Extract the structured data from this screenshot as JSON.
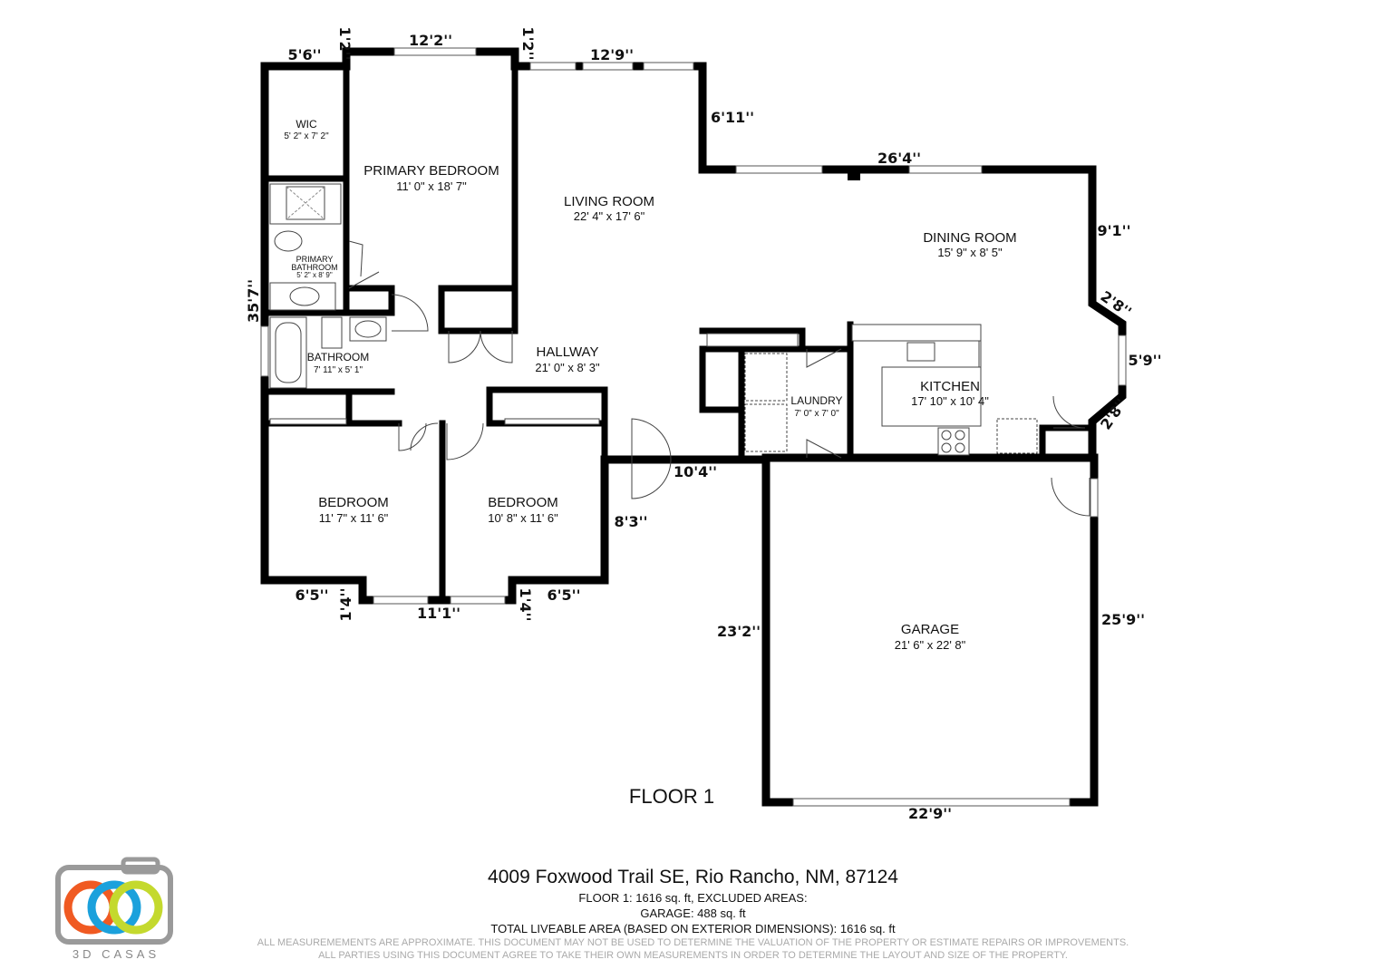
{
  "floor_label": "FLOOR 1",
  "rooms": {
    "wic": {
      "name": "WIC",
      "dims": "5' 2\" x 7' 2\""
    },
    "primary_bedroom": {
      "name": "PRIMARY BEDROOM",
      "dims": "11' 0\" x 18' 7\""
    },
    "primary_bathroom": {
      "name1": "PRIMARY",
      "name2": "BATHROOM",
      "dims": "5' 2\" x 8' 9\""
    },
    "bathroom": {
      "name": "BATHROOM",
      "dims": "7' 11\" x 5' 1\""
    },
    "living_room": {
      "name": "LIVING ROOM",
      "dims": "22' 4\" x 17' 6\""
    },
    "dining_room": {
      "name": "DINING ROOM",
      "dims": "15' 9\" x 8' 5\""
    },
    "hallway": {
      "name": "HALLWAY",
      "dims": "21' 0\" x 8' 3\""
    },
    "laundry": {
      "name": "LAUNDRY",
      "dims": "7' 0\" x 7' 0\""
    },
    "kitchen": {
      "name": "KITCHEN",
      "dims": "17' 10\" x 10' 4\""
    },
    "bedroom_1": {
      "name": "BEDROOM",
      "dims": "11' 7\" x 11' 6\""
    },
    "bedroom_2": {
      "name": "BEDROOM",
      "dims": "10' 8\" x 11' 6\""
    },
    "garage": {
      "name": "GARAGE",
      "dims": "21' 6\" x 22' 8\""
    }
  },
  "measurements": {
    "top_wic": "5'6''",
    "top_wic_jog": "1'2''",
    "top_primary": "12'2''",
    "top_living_jog": "1'2''",
    "top_living": "12'9''",
    "living_right": "6'11''",
    "dining_top": "26'4''",
    "dining_right": "9'1''",
    "bay_upper": "2'8''",
    "bay_middle": "5'9''",
    "bay_lower": "2'8''",
    "left_total": "35'7''",
    "hall_bottom": "10'4''",
    "hall_side": "8'3''",
    "bed1_bottom": "6'5''",
    "bed1_jog": "1'4''",
    "bed_bottom_mid": "11'1''",
    "bed2_jog": "1'4''",
    "bed2_bottom": "6'5''",
    "garage_left": "23'2''",
    "garage_right": "25'9''",
    "garage_bottom": "22'9''"
  },
  "footer": {
    "address": "4009 Foxwood Trail SE, Rio Rancho, NM, 87124",
    "line1": "FLOOR 1: 1616 sq. ft, EXCLUDED AREAS:",
    "line2": "GARAGE: 488 sq. ft",
    "line3": "TOTAL LIVEABLE AREA (BASED ON EXTERIOR DIMENSIONS): 1616 sq. ft",
    "disclaimer1": "ALL MEASUREMEMENTS ARE APPROXIMATE. THIS DOCUMENT MAY NOT BE USED TO DETERMINE THE VALUATION OF THE PROPERTY OR ESTIMATE REPAIRS OR IMPROVEMENTS.",
    "disclaimer2": "ALL PARTIES USING THIS DOCUMENT AGREE TO TAKE THEIR OWN MEASUREMENTS IN ORDER TO DETERMINE THE LAYOUT AND SIZE OF THE PROPERTY."
  },
  "logo": {
    "text": "3D CASAS",
    "colors": {
      "orange": "#f05a22",
      "blue": "#1ba1dc",
      "green": "#c4d92e",
      "frame": "#9a9a9a"
    }
  }
}
